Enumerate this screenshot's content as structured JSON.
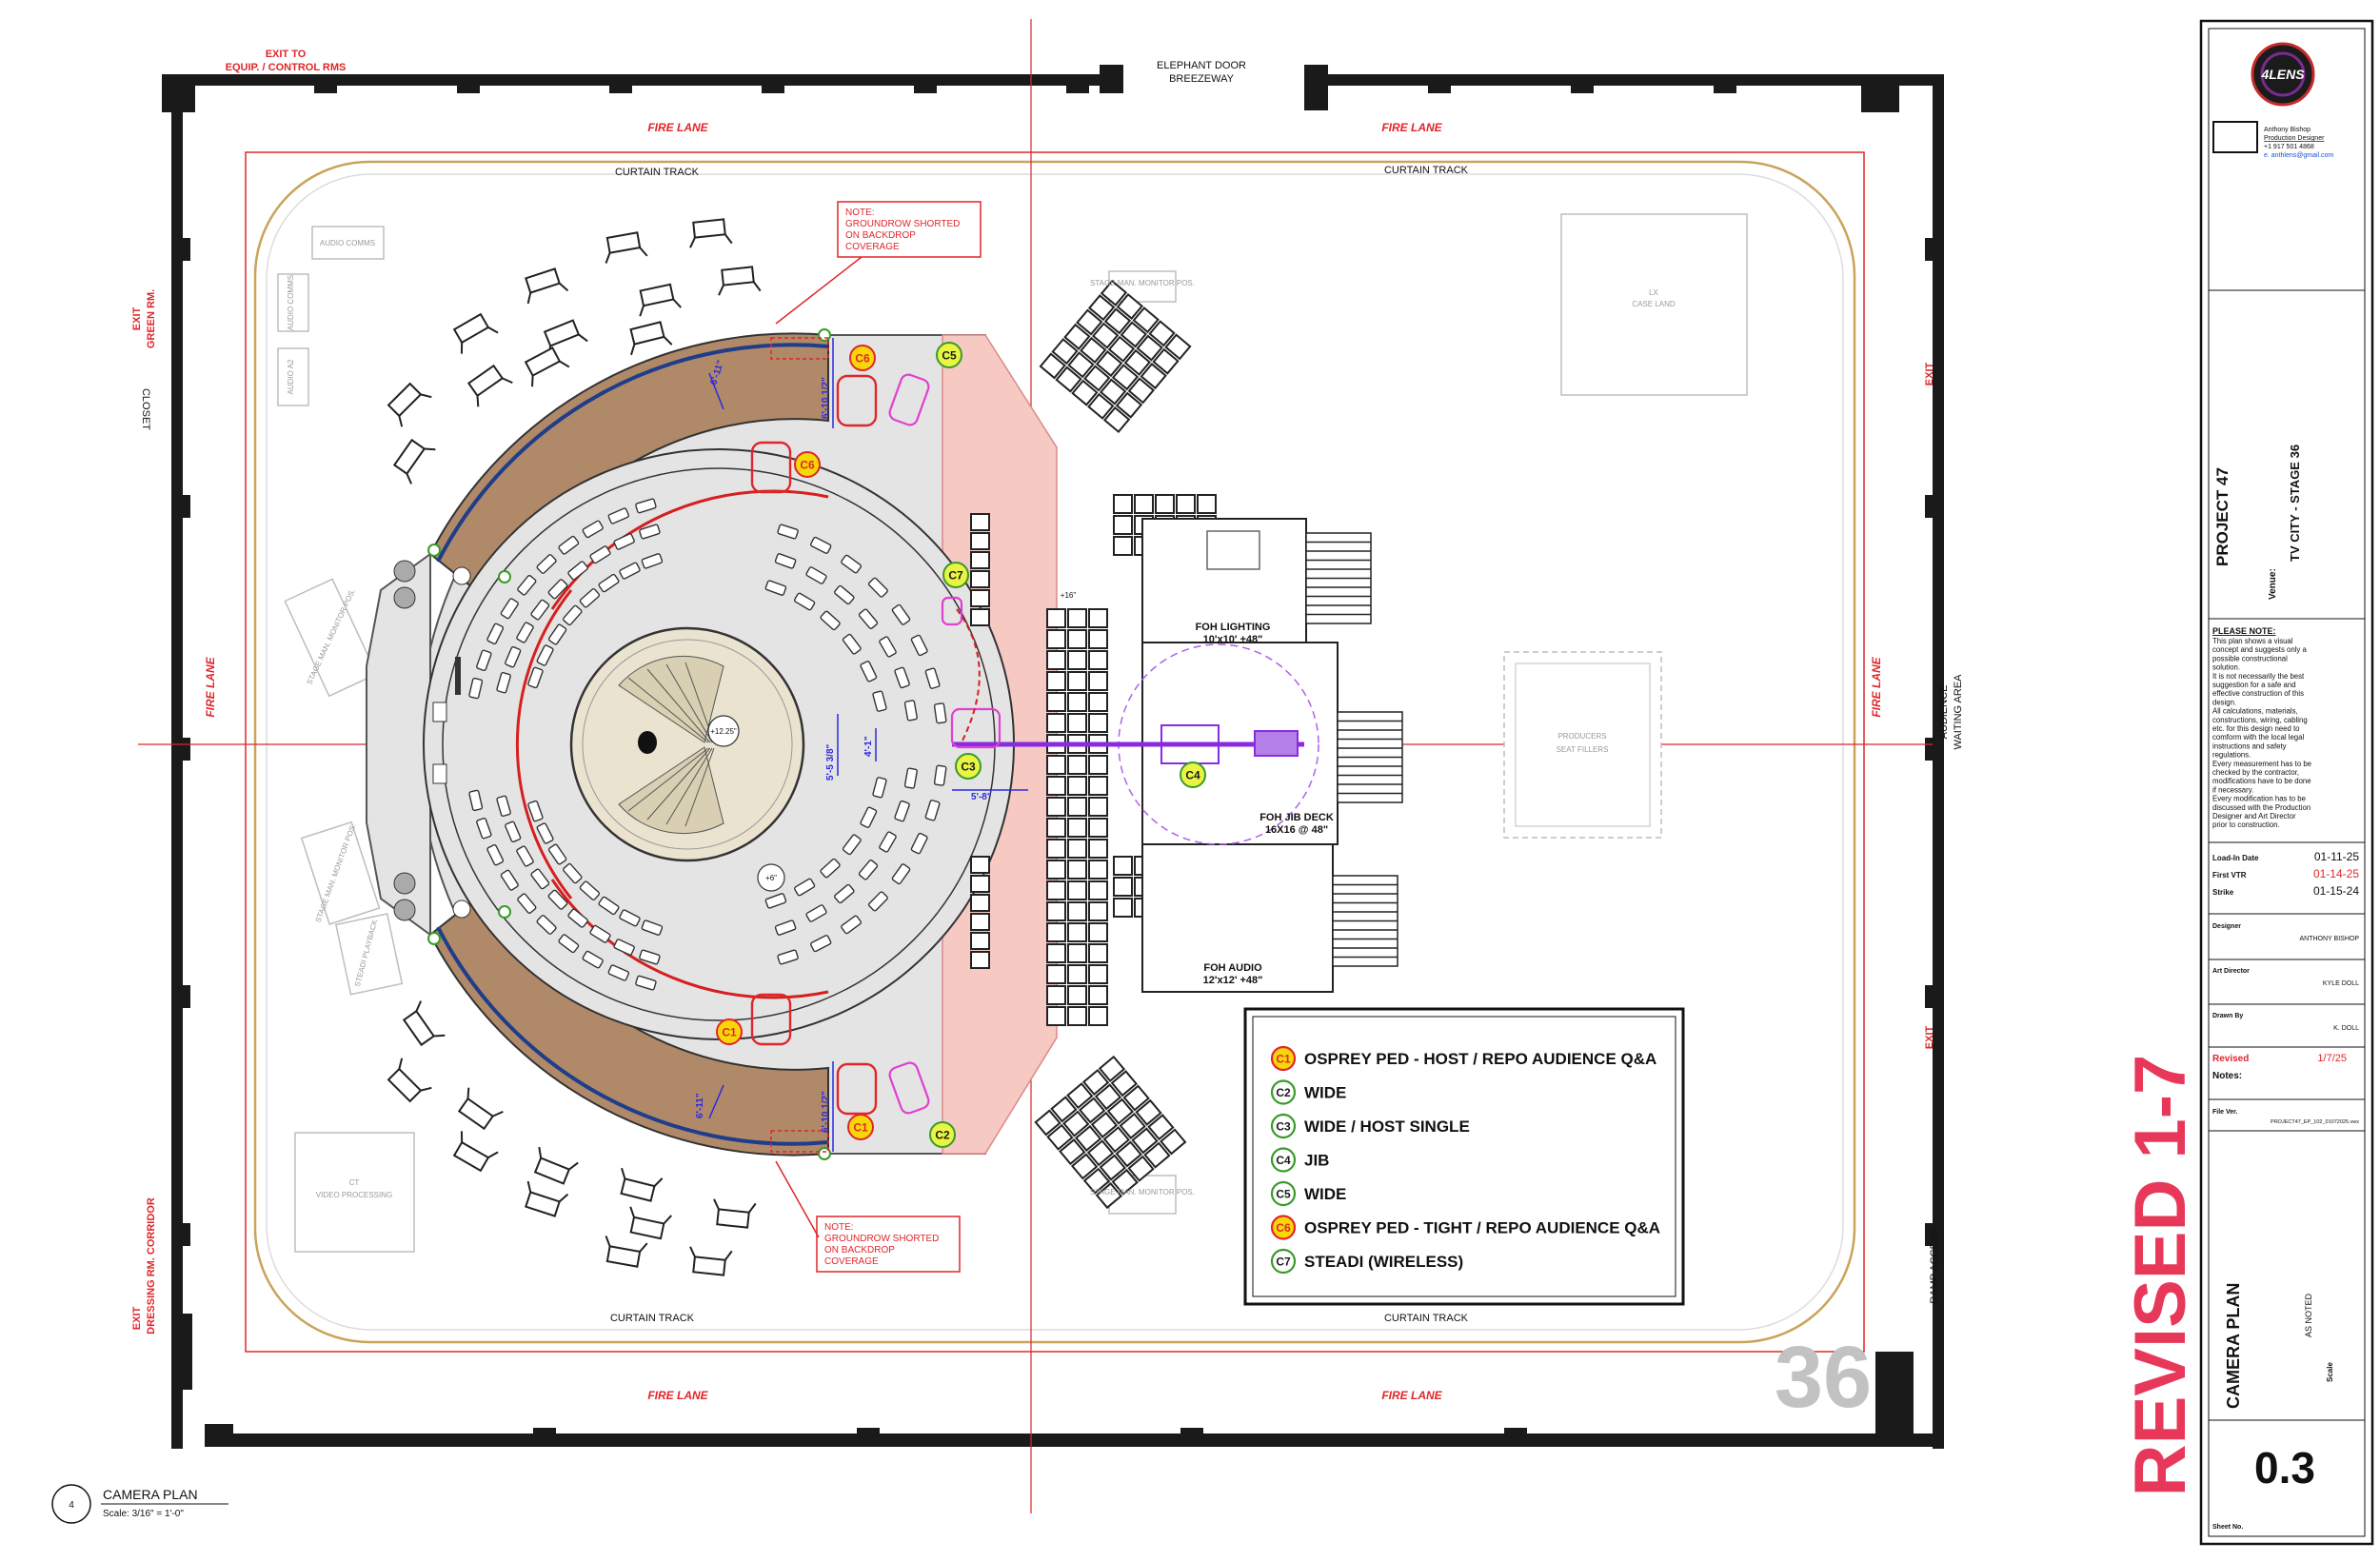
{
  "plan": {
    "stage_number": "36",
    "view_title": "CAMERA PLAN",
    "view_scale": "Scale: 3/16\" = 1'-0\"",
    "view_number": "4",
    "revision_stamp": "REVISED 1-7"
  },
  "venue_labels": {
    "exit_equip_l1": "EXIT TO",
    "exit_equip_l2": "EQUIP. / CONTROL RMS",
    "elephant_door_l1": "ELEPHANT DOOR",
    "elephant_door_l2": "BREEZEWAY",
    "fire_lane": "FIRE LANE",
    "curtain_track": "CURTAIN TRACK",
    "exit_green_l1": "EXIT",
    "exit_green_l2": "GREEN RM.",
    "closet": "CLOSET",
    "exit_dressing_l1": "EXIT",
    "exit_dressing_l2": "DRESSING RM. CORRIDOR",
    "exit": "EXIT",
    "audience_l1": "AUDIENCE",
    "audience_l2": "WAITING AREA",
    "ramp_access": "RAMP ACCESS",
    "audio_comms": "AUDIO COMMS",
    "audio_comms_2": "AUDIO COMMS",
    "audio_a2": "AUDIO A2",
    "stage_man_1": "STAGE MAN. MONITOR POS.",
    "stage_man_2": "STAGE MAN. MONITOR POS.",
    "stage_man_3": "STAGE MAN. MONITOR POS.",
    "stage_man_4": "STAGE MAN. MONITOR POS.",
    "steadi_playback": "STEADI PLAYBACK",
    "ct_video_l1": "CT",
    "ct_video_l2": "VIDEO PROCESSING",
    "lx_case_l1": "LX",
    "lx_case_l2": "CASE LAND",
    "producers_l1": "PRODUCERS",
    "producers_l2": "SEAT FILLERS",
    "foh_lighting_l1": "FOH LIGHTING",
    "foh_lighting_l2": "10'x10' +48\"",
    "foh_jib_l1": "FOH JIB DECK",
    "foh_jib_l2": "16X16 @ 48\"",
    "foh_audio_l1": "FOH AUDIO",
    "foh_audio_l2": "12'x12' +48\"",
    "note_top_l1": "NOTE:",
    "note_top_l2": "GROUNDROW SHORTED",
    "note_top_l3": "ON BACKDROP",
    "note_top_l4": "COVERAGE",
    "note_bot_l1": "NOTE:",
    "note_bot_l2": "GROUNDROW SHORTED",
    "note_bot_l3": "ON BACKDROP",
    "note_bot_l4": "COVERAGE"
  },
  "dimensions": {
    "d_top_left": "6'-11\"",
    "d_bot_left": "6'-11\"",
    "d_top_cam": "6'-10 1/2\"",
    "d_bot_cam": "6'-10 1/2\"",
    "d_center_v": "5'-5 3/8\"",
    "d_center_v2": "4'-1\"",
    "d_center_h": "5'-8\"",
    "center_elev": "+12.25\"",
    "floor_elev": "+6\"",
    "small_elev": "+16\""
  },
  "cameras": [
    {
      "id": "C1",
      "name": "OSPREY PED - HOST / REPO AUDIENCE Q&A",
      "color": "#f7d708",
      "ring": "#e0262a"
    },
    {
      "id": "C2",
      "name": "WIDE",
      "color": "#ffffff",
      "ring": "#3a9a2a"
    },
    {
      "id": "C3",
      "name": "WIDE / HOST SINGLE",
      "color": "#ffffff",
      "ring": "#3a9a2a"
    },
    {
      "id": "C4",
      "name": "JIB",
      "color": "#ffffff",
      "ring": "#3a9a2a"
    },
    {
      "id": "C5",
      "name": "WIDE",
      "color": "#ffffff",
      "ring": "#3a9a2a"
    },
    {
      "id": "C6",
      "name": "OSPREY PED - TIGHT / REPO AUDIENCE Q&A",
      "color": "#f7d708",
      "ring": "#e0262a"
    },
    {
      "id": "C7",
      "name": "STEADI (WIRELESS)",
      "color": "#ffffff",
      "ring": "#3a9a2a"
    }
  ],
  "title_block": {
    "logo_text": "4LENS",
    "designer_name": "Anthony Bishop",
    "designer_role": "Production Designer",
    "designer_phone": "+1 917 501 4868",
    "designer_email": "e. anthlens@gmail.com",
    "project": "PROJECT 47",
    "venue_label": "Venue:",
    "venue": "TV CITY - STAGE 36",
    "note_heading": "PLEASE NOTE:",
    "note_lines": [
      "This plan shows a visual",
      "concept and suggests only a",
      "possible constructional",
      "solution.",
      "It is not necessarily the best",
      "suggestion for a safe and",
      "effective construction of this",
      "design.",
      "All calculations, materials,",
      "constructions, wiring, cabling",
      "etc. for this design need to",
      "comform with the local legal",
      "instructions and safety",
      "regulations.",
      "Every measurement has to be",
      "checked by the contractor,",
      "modifications have to be done",
      "if necessary.",
      "Every modification has to be",
      "discussed with the Production",
      "Designer and Art Director",
      "prior to construction."
    ],
    "load_in_label": "Load-In Date",
    "load_in": "01-11-25",
    "first_vtr_label": "First VTR",
    "first_vtr": "01-14-25",
    "strike_label": "Strike",
    "strike": "01-15-24",
    "designer_label": "Designer",
    "designer": "ANTHONY BISHOP",
    "art_director_label": "Art Director",
    "art_director": "KYLE DOLL",
    "drawn_by_label": "Drawn By",
    "drawn_by": "K. DOLL",
    "revised_label": "Revised",
    "revised": "1/7/25",
    "notes_label": "Notes:",
    "file_ver_label": "File Ver.",
    "file_ver": "PROJECT47_EP_102_01072025.vwx",
    "sheet_title": "CAMERA PLAN",
    "scale_label": "Scale",
    "scale": "AS NOTED",
    "sheet_no_value": "0.3",
    "sheet_no_label": "Sheet No."
  },
  "colors": {
    "wall": "#1a1a1a",
    "fire_lane": "#e0262a",
    "curtain": "#c9a35a",
    "riser_brown": "#b08968",
    "deck_grey": "#e4e4e4",
    "center_stage": "#e9e3cf",
    "pink_floor": "#f6c9c3",
    "revised": "#e8385a",
    "camera_pink": "#e040d0",
    "jib_purple": "#8a2be2",
    "dim_blue": "#2a2ae0",
    "track_red": "#d61f1f",
    "arc_blue": "#1f3d8a"
  }
}
